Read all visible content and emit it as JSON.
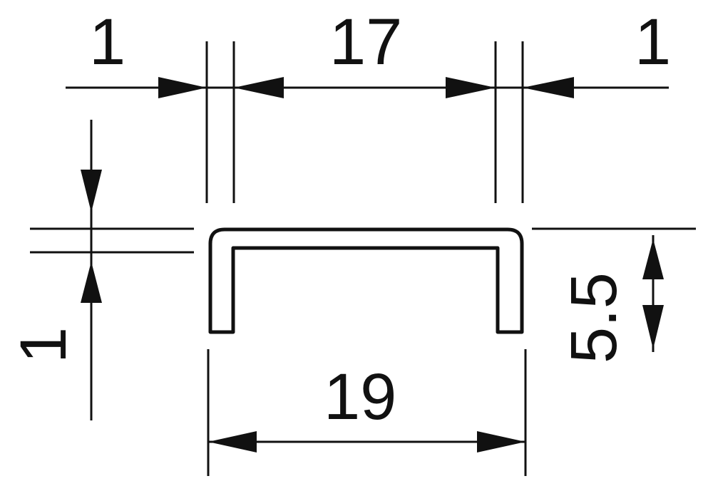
{
  "dimensions": {
    "top_left": "1",
    "top_middle": "17",
    "top_right": "1",
    "bottom_width": "19",
    "left_thickness": "1",
    "right_height": "5.5"
  },
  "colors": {
    "ink": "#111111",
    "background": "#ffffff"
  }
}
